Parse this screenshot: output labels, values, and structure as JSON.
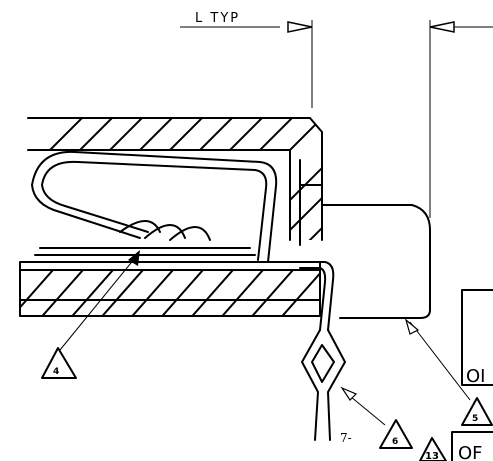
{
  "dimension": {
    "label": "L TYP"
  },
  "callouts": [
    {
      "id": "callout-4",
      "number": "4"
    },
    {
      "id": "callout-5",
      "number": "5"
    },
    {
      "id": "callout-6",
      "number": "6"
    },
    {
      "id": "callout-13",
      "number": "13"
    }
  ],
  "notes": {
    "lead_label": "7-"
  },
  "partial_boxes": {
    "box_a": "OI",
    "box_b": "OF"
  },
  "colors": {
    "ink": "#000000",
    "paper": "#ffffff"
  }
}
